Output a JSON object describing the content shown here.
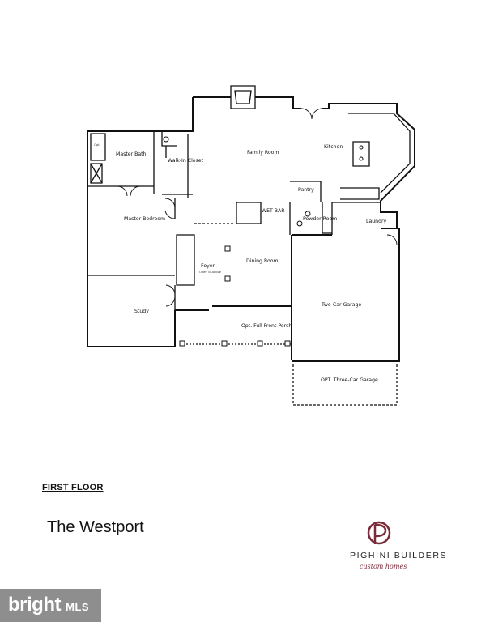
{
  "floor_label": "FIRST FLOOR",
  "plan_title": "The Westport",
  "brand": {
    "name": "PIGHINI BUILDERS",
    "tagline": "custom homes",
    "color": "#7a2a3a"
  },
  "watermark": {
    "text": "bright",
    "suffix": "MLS"
  },
  "rooms": {
    "family_room": "Family Room",
    "kitchen": "Kitchen",
    "master_bath": "Master Bath",
    "walk_in_closet": "Walk-In Closet",
    "master_bedroom": "Master Bedroom",
    "pantry": "Pantry",
    "powder_room": "Powder Room",
    "laundry": "Laundry",
    "wet_bar": "WET BAR",
    "dining_room": "Dining Room",
    "foyer": "Foyer",
    "foyer_note": "Open To Above",
    "study": "Study",
    "two_car_garage": "Two-Car Garage",
    "front_porch": "Opt. Full Front Porch",
    "three_car_garage": "OPT. Three-Car Garage",
    "opt_tub": "Opt."
  }
}
